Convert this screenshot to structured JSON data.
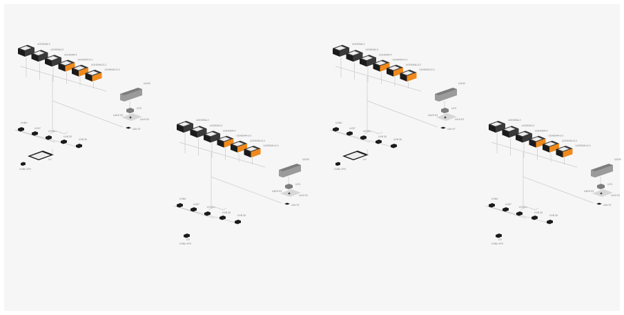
{
  "palette": {
    "background": "#f6f6f6",
    "module_body": "#1b1b1b",
    "module_top": "#ededed",
    "accent": "#f08a1c",
    "hub": "#9b9b9b",
    "wire": "#c9c9c9"
  },
  "modules": [
    "UGHS/M4-2",
    "UGHS/M4-3",
    "UGHS/M4-4",
    "UGHS/M4-D-1",
    "UGHS/M4-D-2",
    "UGHS/M4-D-3"
  ],
  "module_accents": [
    false,
    false,
    false,
    true,
    true,
    true
  ],
  "hub_label": "UGHS",
  "assembly_labels": [
    "UTG",
    "UAVS S3",
    "UA B S3",
    "UAV S7"
  ],
  "peripherals": [
    "UVBU",
    "UVS7",
    "UVSBU",
    "UVB 3S",
    "UVB 3A"
  ],
  "device_labels": [
    "UV",
    "UVBU 1PH"
  ]
}
